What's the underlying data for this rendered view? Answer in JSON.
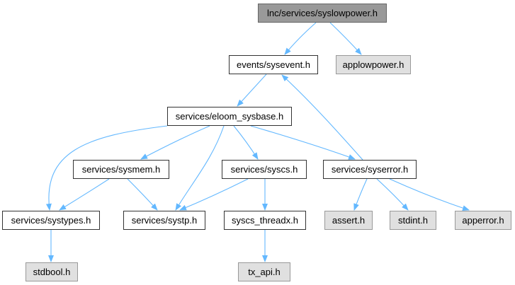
{
  "graph": {
    "nodes": {
      "root": "lnc/services/syslowpower.h",
      "sysevent": "events/sysevent.h",
      "applowpower": "applowpower.h",
      "sysbase": "services/eloom_sysbase.h",
      "sysmem": "services/sysmem.h",
      "syscs": "services/syscs.h",
      "syserror": "services/syserror.h",
      "systypes": "services/systypes.h",
      "systp": "services/systp.h",
      "threadx": "syscs_threadx.h",
      "assert": "assert.h",
      "stdint": "stdint.h",
      "apperror": "apperror.h",
      "stdbool": "stdbool.h",
      "txapi": "tx_api.h"
    },
    "edges": [
      [
        "root",
        "sysevent"
      ],
      [
        "root",
        "applowpower"
      ],
      [
        "sysevent",
        "sysbase"
      ],
      [
        "sysbase",
        "systypes"
      ],
      [
        "sysbase",
        "sysmem"
      ],
      [
        "sysbase",
        "systp"
      ],
      [
        "sysbase",
        "syscs"
      ],
      [
        "sysbase",
        "syserror"
      ],
      [
        "syserror",
        "sysevent"
      ],
      [
        "syserror",
        "assert"
      ],
      [
        "syserror",
        "stdint"
      ],
      [
        "syserror",
        "apperror"
      ],
      [
        "sysmem",
        "systypes"
      ],
      [
        "sysmem",
        "systp"
      ],
      [
        "syscs",
        "systp"
      ],
      [
        "syscs",
        "threadx"
      ],
      [
        "systypes",
        "stdbool"
      ],
      [
        "threadx",
        "txapi"
      ]
    ],
    "colors": {
      "edge": "#63b8ff",
      "root_fill": "#999999",
      "external_fill": "#e0e0e0"
    }
  }
}
